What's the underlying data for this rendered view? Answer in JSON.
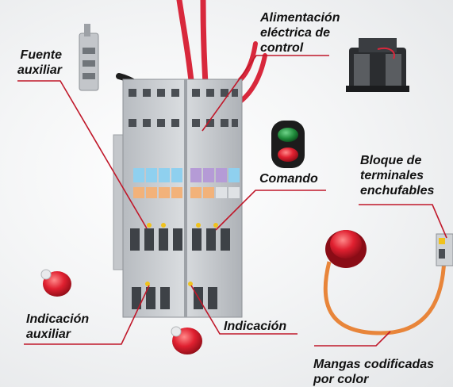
{
  "labels": {
    "fuente_auxiliar": "Fuente\nauxiliar",
    "alimentacion": "Alimentación\neléctrica de\ncontrol",
    "comando": "Comando",
    "bloque_terminales": "Bloque de\nterminales\nenchufables",
    "indicacion_auxiliar": "Indicación\nauxiliar",
    "indicacion": "Indicación",
    "mangas": "Mangas codificadas\npor color"
  },
  "colors": {
    "leader_line": "#c0182a",
    "wire_red": "#d8283c",
    "wire_black": "#1e1e1e",
    "terminal_gray": "#c9ccd0",
    "label_blue": "#8fd0ef",
    "label_orange": "#f2b27a",
    "label_purple": "#b59bd6",
    "pilot_red": "#e02030",
    "button_green": "#1f8a3a",
    "sleeve_orange": "#e8853a"
  }
}
